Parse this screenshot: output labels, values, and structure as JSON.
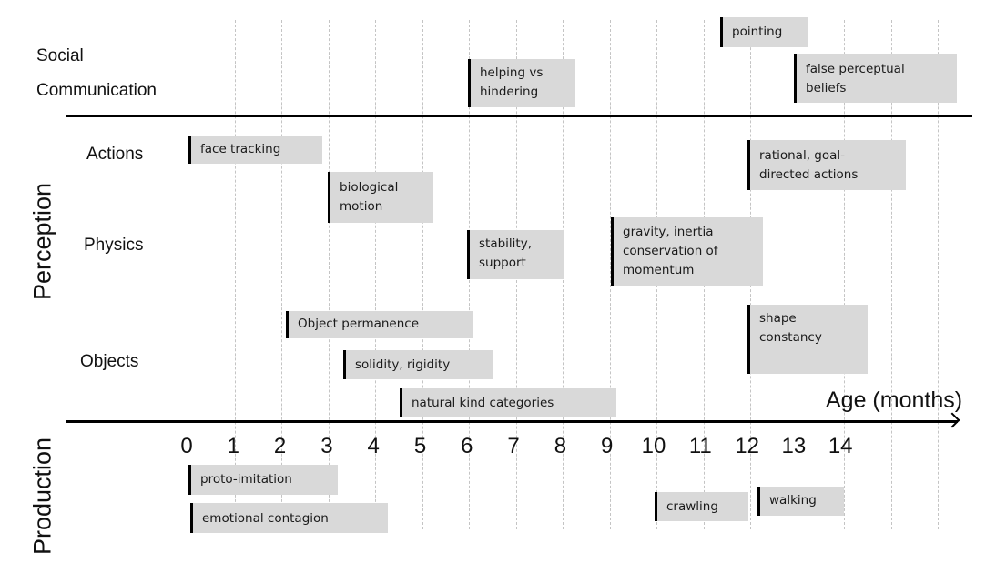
{
  "sections": {
    "social": {
      "line1": "Social",
      "line2": "Communication"
    },
    "perception": {
      "label": "Perception",
      "rows": {
        "actions": "Actions",
        "physics": "Physics",
        "objects": "Objects"
      }
    },
    "production": {
      "label": "Production"
    }
  },
  "axis": {
    "title": "Age (months)",
    "ticks": [
      "0",
      "1",
      "2",
      "3",
      "4",
      "5",
      "6",
      "7",
      "8",
      "9",
      "10",
      "11",
      "12",
      "13",
      "14"
    ]
  },
  "items": {
    "pointing": "pointing",
    "helping": "helping vs\nhindering",
    "false_beliefs": "false perceptual\nbeliefs",
    "face_tracking": "face tracking",
    "biological_motion": "biological\nmotion",
    "rational_actions": "rational, goal-\ndirected actions",
    "stability": "stability,\nsupport",
    "gravity": "gravity, inertia\nconservation of\nmomentum",
    "object_permanence": "Object permanence",
    "solidity": "solidity, rigidity",
    "natural_kind": "natural kind categories",
    "shape_constancy": "shape\nconstancy",
    "proto_imitation": "proto-imitation",
    "emotional_contagion": "emotional contagion",
    "crawling": "crawling",
    "walking": "walking"
  },
  "colors": {
    "box": "#d9d9d9",
    "marker": "#000000",
    "grid": "#c4c4c4"
  }
}
